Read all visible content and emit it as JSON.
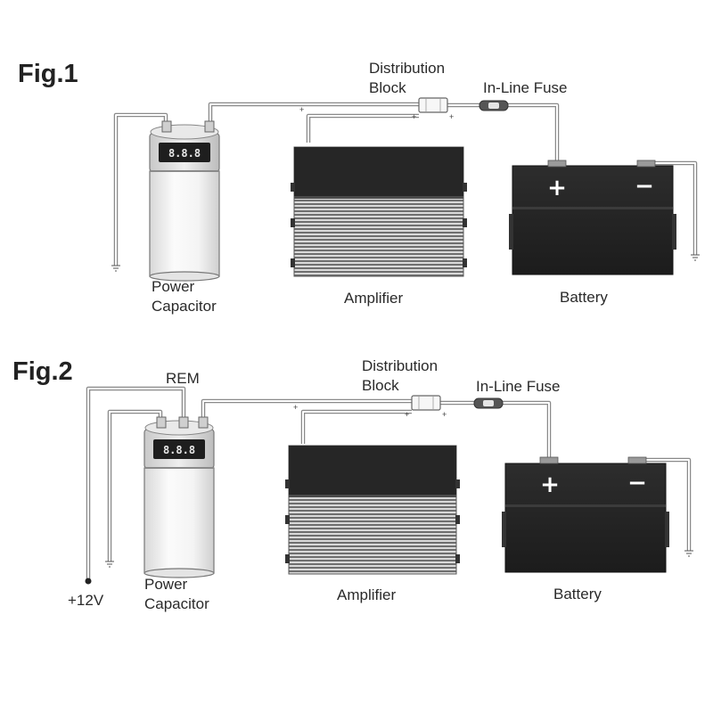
{
  "figures": [
    {
      "title": "Fig.1",
      "labels": {
        "distribution_block_1": "Distribution",
        "distribution_block_2": "Block",
        "fuse": "In-Line Fuse",
        "capacitor_1": "Power",
        "capacitor_2": "Capacitor",
        "amplifier": "Amplifier",
        "battery": "Battery"
      },
      "capacitor_display": "8.8.8",
      "battery_plus": "+",
      "battery_minus": "−",
      "block_plus": "+",
      "amp_plus": "+"
    },
    {
      "title": "Fig.2",
      "labels": {
        "rem": "REM",
        "distribution_block_1": "Distribution",
        "distribution_block_2": "Block",
        "fuse": "In-Line Fuse",
        "capacitor_1": "Power",
        "capacitor_2": "Capacitor",
        "amplifier": "Amplifier",
        "battery": "Battery",
        "supply": "+12V"
      },
      "capacitor_display": "8.8.8",
      "battery_plus": "+",
      "battery_minus": "−",
      "block_plus": "+",
      "amp_plus": "+"
    }
  ],
  "colors": {
    "wire": "#8a8a8a",
    "component_dark": "#262626",
    "capacitor_body": "#f1f1f1",
    "amp_fins": "#7c7c7c"
  }
}
